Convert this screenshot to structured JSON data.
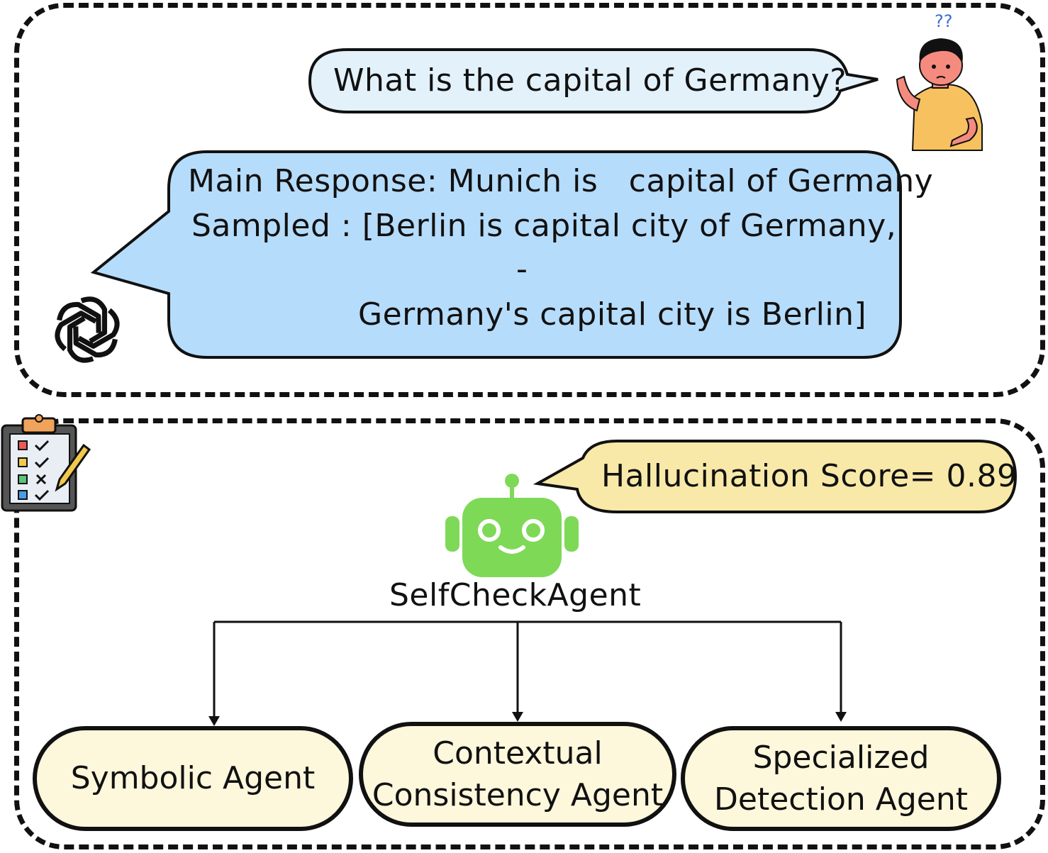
{
  "question": {
    "text": "What is the capital of Germany?"
  },
  "user": {
    "confused_marks": "??"
  },
  "response": {
    "main_line": "Main Response: Munich is   capital of Germany",
    "sampled_line": "Sampled : [Berlin is capital city of Germany,",
    "separator": "-",
    "last_line": "Germany's capital city is Berlin]"
  },
  "score": {
    "text": "Hallucination Score= 0.89"
  },
  "agent": {
    "name": "SelfCheckAgent"
  },
  "sub_agents": [
    {
      "line1": "Symbolic Agent",
      "line2": ""
    },
    {
      "line1": "Contextual",
      "line2": "Consistency Agent"
    },
    {
      "line1": "Specialized",
      "line2": "Detection Agent"
    }
  ],
  "colors": {
    "question_bubble": "#e3f1fb",
    "response_bubble": "#b6dcfb",
    "score_bubble": "#f8e9a8",
    "robot": "#7ed957",
    "agent_pill": "#fdf7dc",
    "user_shirt": "#f7c15f",
    "user_skin": "#f58b7e"
  },
  "icons": [
    "confused-user-icon",
    "openai-logo-icon",
    "clipboard-checklist-icon",
    "robot-icon",
    "arrow-down-icon"
  ]
}
